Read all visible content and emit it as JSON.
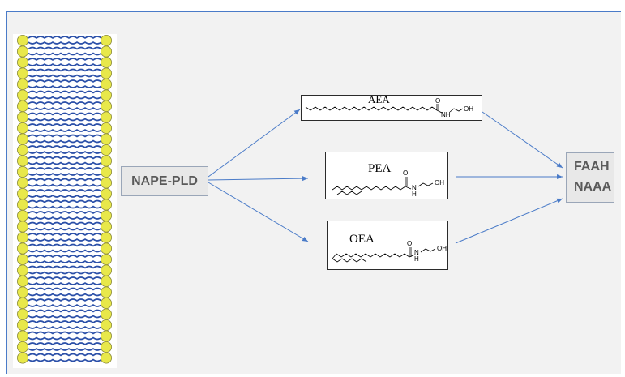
{
  "enzyme_left": "NAPE-PLD",
  "enzymes_right": [
    "FAAH",
    "NAAA"
  ],
  "molecules": [
    {
      "name": "AEA",
      "atoms": {
        "o": "O",
        "n": "NH",
        "oh": "OH"
      }
    },
    {
      "name": "PEA",
      "atoms": {
        "o": "O",
        "n": "N",
        "h": "H",
        "oh": "OH"
      }
    },
    {
      "name": "OEA",
      "atoms": {
        "o": "O",
        "n": "N",
        "h": "H",
        "oh": "OH"
      }
    }
  ],
  "colors": {
    "arrow": "#4a7bc8",
    "lipid_head": "#e8e84a",
    "lipid_tail": "#2a4fa8",
    "box_fill": "#e8e8e8",
    "box_text": "#5a5a5a"
  }
}
